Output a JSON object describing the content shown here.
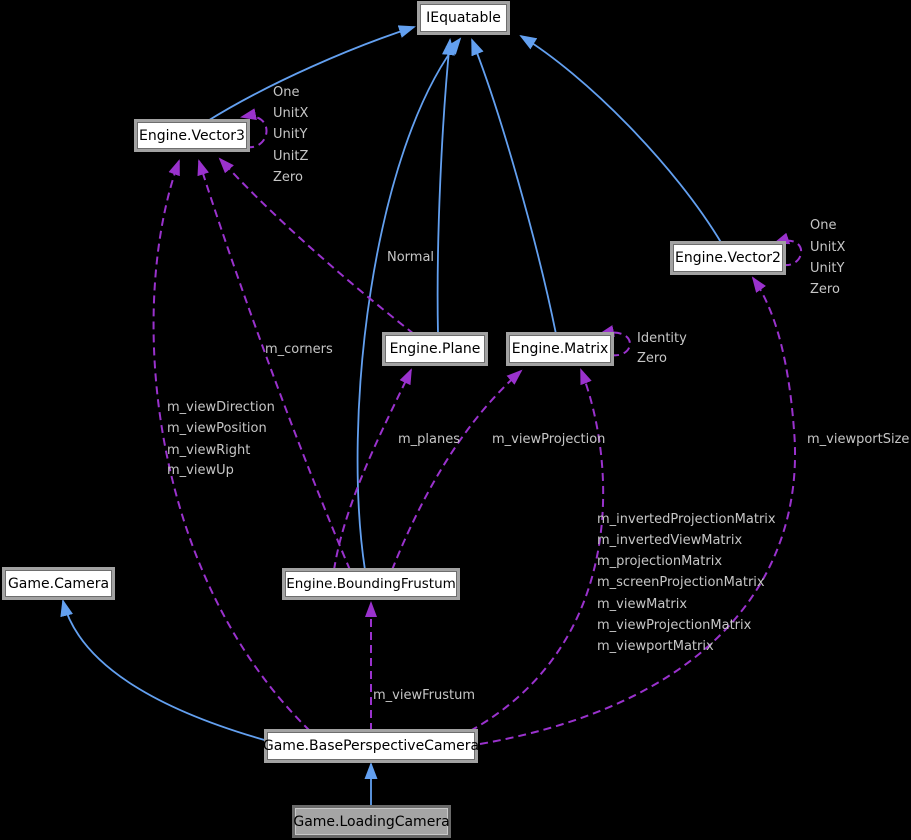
{
  "diagram": {
    "title": "collaboration graph",
    "colors": {
      "background": "#000000",
      "inheritance_edge": "#63a0f0",
      "usage_edge": "#9a32cd",
      "node_fill": "#ffffff",
      "node_border": "#a2a2a2",
      "node_text": "#000000",
      "current_node_fill": "#a5a5a5",
      "edge_label_text": "#c6c6c6"
    },
    "nodes": [
      {
        "id": "iequatable",
        "label": "IEquatable"
      },
      {
        "id": "engine-vector3",
        "label": "Engine.Vector3"
      },
      {
        "id": "engine-vector2",
        "label": "Engine.Vector2"
      },
      {
        "id": "engine-plane",
        "label": "Engine.Plane"
      },
      {
        "id": "engine-matrix",
        "label": "Engine.Matrix"
      },
      {
        "id": "game-camera",
        "label": "Game.Camera"
      },
      {
        "id": "engine-boundingfrustum",
        "label": "Engine.BoundingFrustum"
      },
      {
        "id": "game-baseperspectivecamera",
        "label": "Game.BasePerspectiveCamera"
      },
      {
        "id": "game-loadingcamera",
        "label": "Game.LoadingCamera"
      }
    ],
    "edge_labels": {
      "vector3_statics": [
        "One",
        "UnitX",
        "UnitY",
        "UnitZ",
        "Zero"
      ],
      "vector2_statics": [
        "One",
        "UnitX",
        "UnitY",
        "Zero"
      ],
      "matrix_statics": [
        "Identity",
        "Zero"
      ],
      "normal": "Normal",
      "m_corners": "m_corners",
      "camera_vectors": [
        "m_viewDirection",
        "m_viewPosition",
        "m_viewRight",
        "m_viewUp"
      ],
      "m_planes": "m_planes",
      "m_viewProjection": "m_viewProjection",
      "camera_matrices": [
        "m_invertedProjectionMatrix",
        "m_invertedViewMatrix",
        "m_projectionMatrix",
        "m_screenProjectionMatrix",
        "m_viewMatrix",
        "m_viewProjectionMatrix",
        "m_viewportMatrix"
      ],
      "m_viewportSize": "m_viewportSize",
      "m_viewFrustum": "m_viewFrustum"
    }
  }
}
